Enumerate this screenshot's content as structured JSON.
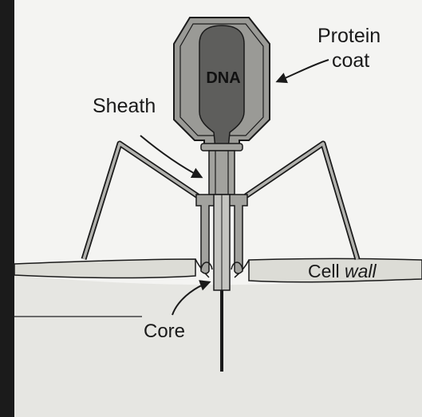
{
  "labels": {
    "dna": "DNA",
    "protein_coat_line1": "Protein",
    "protein_coat_line2": "coat",
    "sheath": "Sheath",
    "cell_wall_part1": "Cell ",
    "cell_wall_part2": "wall",
    "core": "Core"
  },
  "colors": {
    "background_top": "#f4f4f2",
    "cell_interior": "#e6e6e2",
    "cell_wall": "#dcdcd6",
    "coat_fill": "#9a9a96",
    "dna_fill": "#5e5e5c",
    "sheath_fill": "#a2a29e",
    "line": "#1a1a1a"
  },
  "icons": {
    "arrow": "curved-arrow-icon"
  }
}
